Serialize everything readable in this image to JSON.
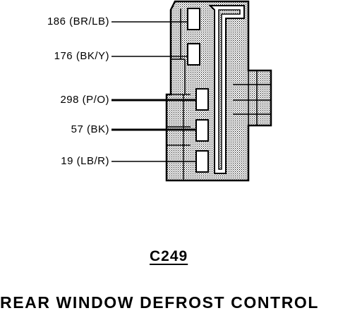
{
  "connector": {
    "id": "C249",
    "component": "REAR WINDOW DEFROST CONTROL"
  },
  "wires": [
    {
      "label": "186 (BR/LB)",
      "weight": "thin"
    },
    {
      "label": "176 (BK/Y)",
      "weight": "thin"
    },
    {
      "label": "298 (P/O)",
      "weight": "thick"
    },
    {
      "label": "57 (BK)",
      "weight": "thick"
    },
    {
      "label": "19 (LB/R)",
      "weight": "thin"
    }
  ],
  "colors": {
    "ink": "#000000",
    "stipple": "#000000",
    "background": "#ffffff"
  }
}
